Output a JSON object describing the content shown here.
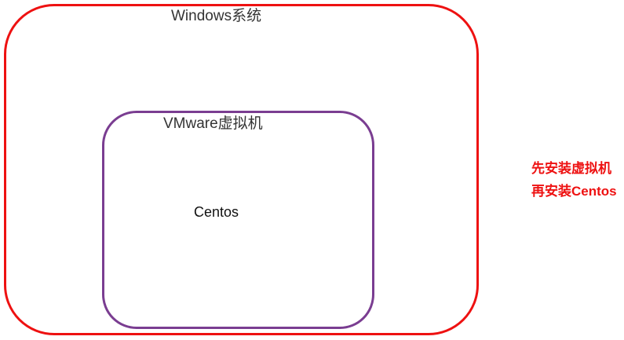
{
  "diagram": {
    "outer": {
      "label": "Windows系统",
      "border_color": "#ee1111"
    },
    "inner": {
      "label": "VMware虚拟机",
      "border_color": "#7a3d91"
    },
    "core": {
      "label": "Centos"
    },
    "note": {
      "color": "#ee1111",
      "lines": [
        "先安装虚拟机",
        "再安装Centos"
      ]
    }
  }
}
